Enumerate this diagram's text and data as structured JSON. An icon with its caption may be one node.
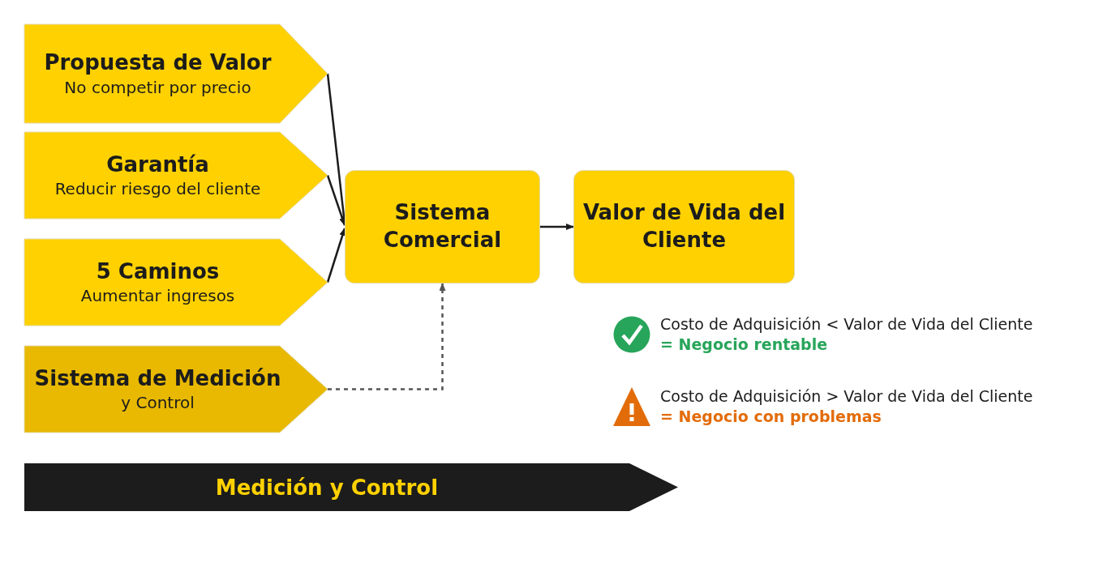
{
  "diagram": {
    "nodes": [
      {
        "text": [
          "Propuesta de Valor",
          "No competir por precio"
        ]
      },
      {
        "text": [
          "Garantía",
          "Reducir riesgo del cliente"
        ]
      },
      {
        "text": [
          "5 Caminos",
          "Aumentar ingresos"
        ]
      },
      {
        "text": [
          "Sistema de Medición",
          "y Control"
        ]
      },
      {
        "text": [
          "Sistema Comercial"
        ]
      },
      {
        "text": [
          "Valor de Vida del Cliente"
        ]
      },
      {
        "text": [
          "Medición y Control"
        ]
      }
    ],
    "edges": [
      {
        "from": 0,
        "to": 4,
        "arrow": "to"
      },
      {
        "from": 1,
        "to": 4,
        "arrow": "to"
      },
      {
        "from": 2,
        "to": 4,
        "arrow": "to"
      },
      {
        "from": 4,
        "to": 5,
        "arrow": "to"
      },
      {
        "from": 3,
        "to": 4,
        "arrow": "to",
        "style": "dashed",
        "color": "#555555"
      }
    ],
    "labels": [
      "Costo de Adquisición < Valor de Vida del Cliente",
      "= Negocio rentable",
      "Costo de Adquisición > Valor de Vida del Cliente",
      "= Negocio con problemas"
    ]
  }
}
